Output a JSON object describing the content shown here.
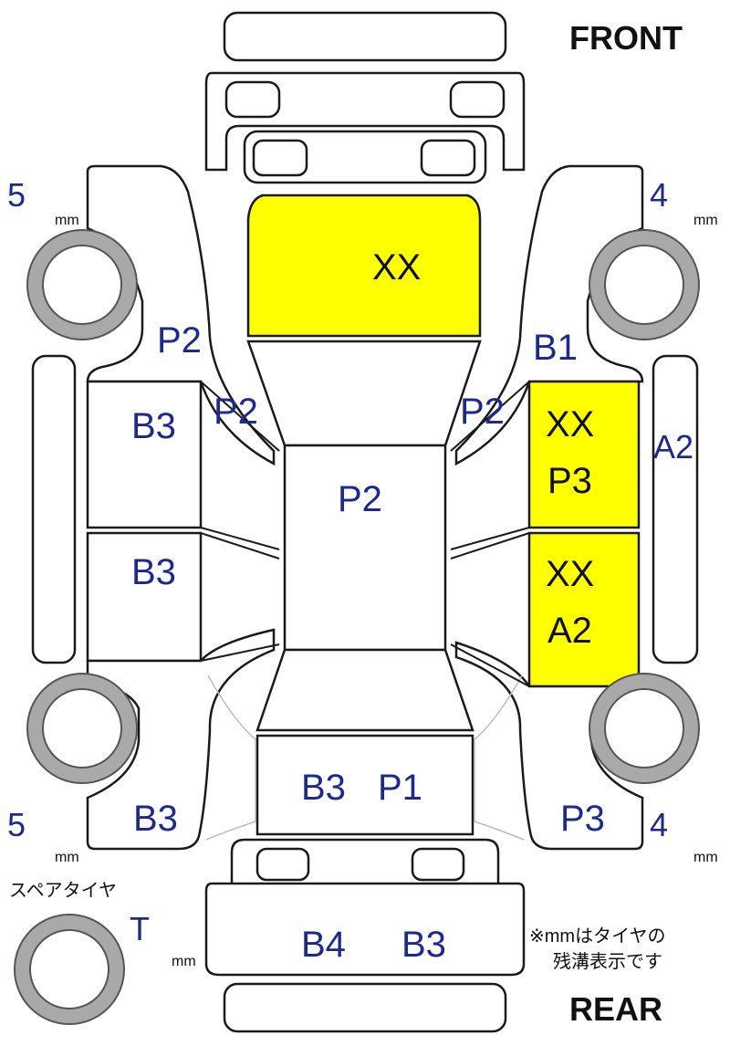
{
  "labels": {
    "front": "FRONT",
    "rear": "REAR",
    "spare_tire": "スペアタイヤ",
    "note_line1": "※mmはタイヤの",
    "note_line2": "残溝表示です"
  },
  "tires": {
    "front_left": {
      "depth": "5",
      "unit": "mm"
    },
    "front_right": {
      "depth": "4",
      "unit": "mm"
    },
    "rear_left": {
      "depth": "5",
      "unit": "mm"
    },
    "rear_right": {
      "depth": "4",
      "unit": "mm"
    },
    "spare": {
      "depth": "T",
      "unit": "mm"
    }
  },
  "damage": {
    "hood": "XX",
    "left_fender": "P2",
    "left_pillar_front": "P2",
    "right_fender": "B1",
    "right_pillar_front": "P2",
    "roof": "P2",
    "left_front_door": "B3",
    "left_rear_door": "B3",
    "right_front_door_1": "XX",
    "right_front_door_2": "P3",
    "right_rear_door_1": "XX",
    "right_rear_door_2": "A2",
    "right_rocker": "A2",
    "trunk_1": "B3",
    "trunk_2": "P1",
    "left_quarter": "B3",
    "right_quarter": "P3",
    "rear_panel_1": "B4",
    "rear_panel_2": "B3"
  },
  "colors": {
    "highlight": "#ffff00",
    "code_text": "#1c2a8c",
    "tire": "#a9a9a9"
  }
}
